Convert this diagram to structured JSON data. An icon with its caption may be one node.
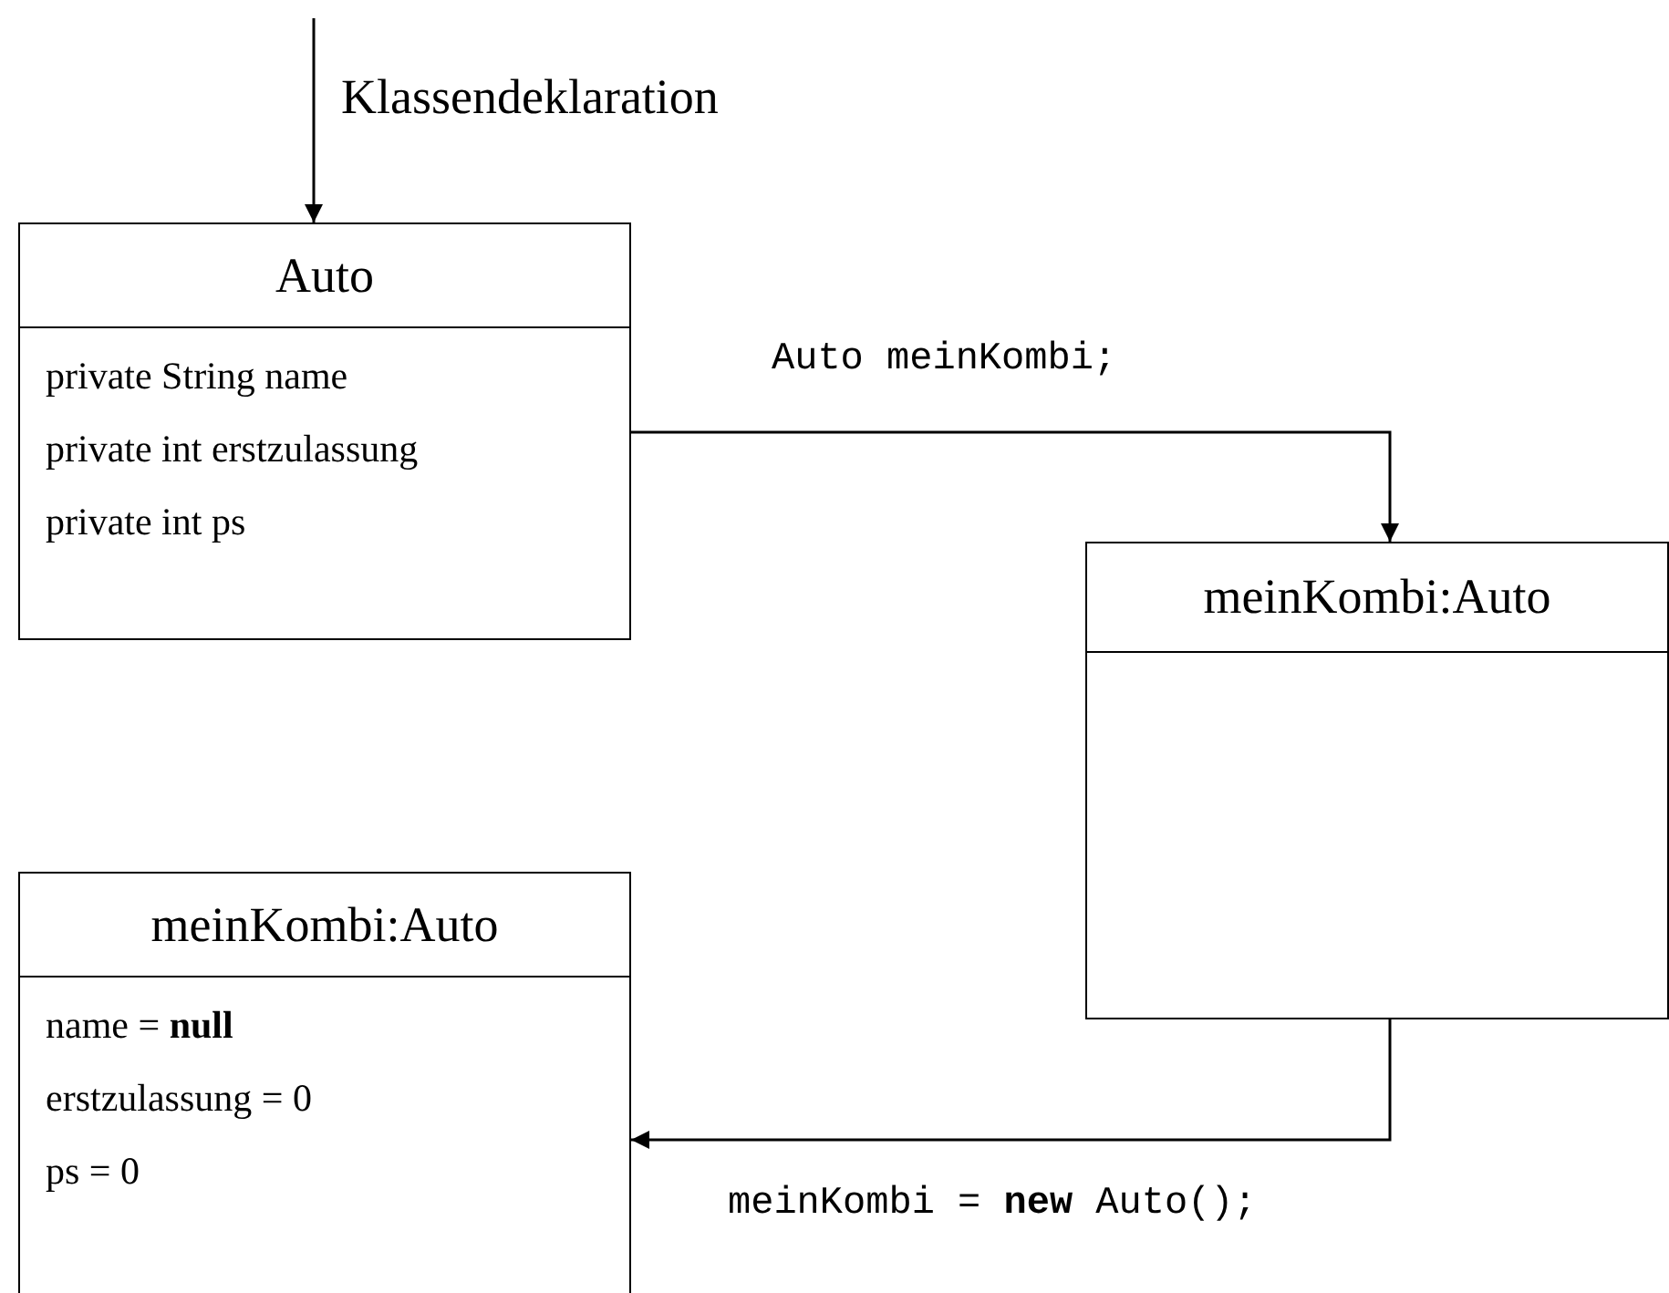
{
  "diagram": {
    "nodes": [
      {
        "text": [
          "Auto",
          "private String name",
          "private int erstzulassung",
          "private int ps"
        ]
      },
      {
        "text": [
          "meinKombi:Auto"
        ]
      },
      {
        "text": [
          "meinKombi:Auto",
          "name = **null**",
          "erstzulassung = 0",
          "ps = 0"
        ]
      }
    ],
    "edges": [
      {
        "from": null,
        "to": 0,
        "arrow": "to",
        "label": "Klassendeklaration"
      },
      {
        "from": 0,
        "to": 1,
        "arrow": "to",
        "label": "Auto meinKombi;"
      },
      {
        "from": 1,
        "to": 2,
        "arrow": "to",
        "label": "meinKombi = **new** Auto();"
      }
    ]
  }
}
